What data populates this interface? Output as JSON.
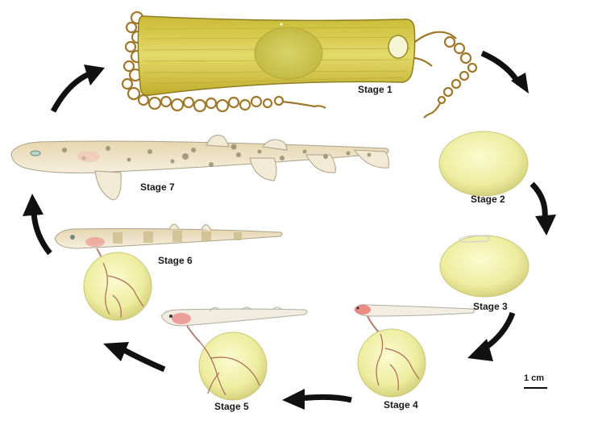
{
  "stages": [
    {
      "label": "Stage 1"
    },
    {
      "label": "Stage 2"
    },
    {
      "label": "Stage 3"
    },
    {
      "label": "Stage 4"
    },
    {
      "label": "Stage 5"
    },
    {
      "label": "Stage 6"
    },
    {
      "label": "Stage 7"
    }
  ],
  "scale_bar": {
    "label": "1 cm"
  },
  "colors": {
    "egg_case": "#d9cc4a",
    "egg_case_dark": "#a8962a",
    "yolk": "#f0efa6",
    "yolk_edge": "#c9c77a",
    "tendril": "#a0782c",
    "shark_body": "#efe2c6",
    "shark_spot": "#8a8466",
    "gill": "#e86a6a",
    "vessel": "#a86a5a",
    "arrow": "#111111"
  },
  "icons": [
    "cycle-arrow-icon"
  ]
}
